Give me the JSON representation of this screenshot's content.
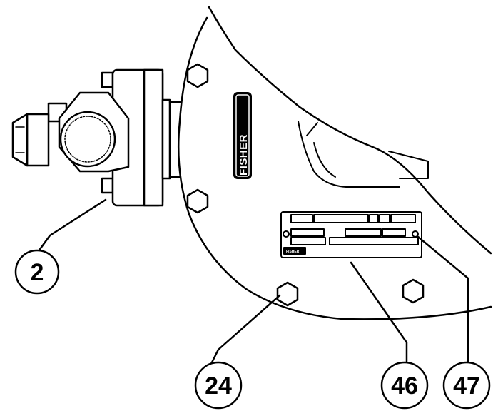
{
  "brand": {
    "logo_text": "FISHER",
    "plate_logo_text": "FISHER"
  },
  "callouts": [
    {
      "id": "c2",
      "label": "2",
      "part": "valve body"
    },
    {
      "id": "c24",
      "label": "24",
      "part": "cap screw"
    },
    {
      "id": "c46",
      "label": "46",
      "part": "nameplate"
    },
    {
      "id": "c47",
      "label": "47",
      "part": "drive screw"
    }
  ],
  "colors": {
    "line": "#000000",
    "background": "#ffffff"
  }
}
